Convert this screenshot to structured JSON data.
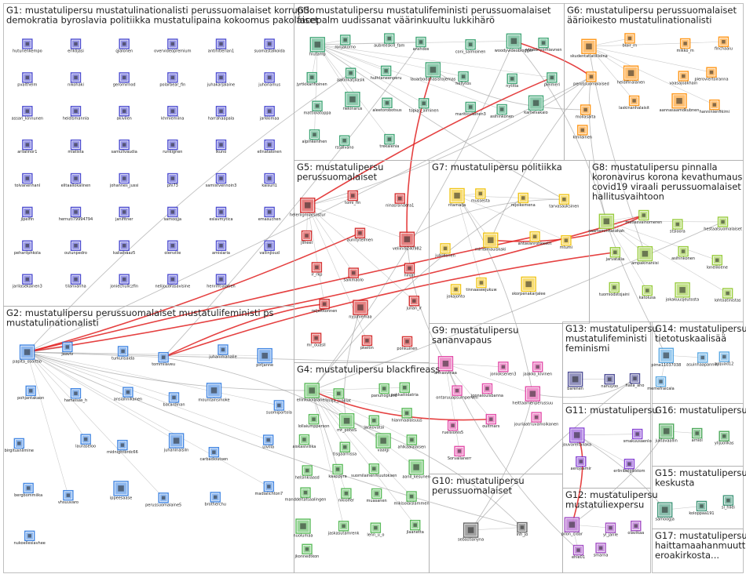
{
  "colors": {
    "edge": "#8c8c8c",
    "edge_red": "#e02020",
    "border": "#b0b0b0",
    "groups": {
      "G1": "#3a3acc",
      "G2": "#2f7be0",
      "G3": "#2f9e6a",
      "G4": "#49b449",
      "G5": "#d11a1a",
      "G6": "#ff8c00",
      "G7": "#f0c000",
      "G8": "#8fc72a",
      "G9": "#e03aa0",
      "G10": "#555555",
      "G11": "#7a2fd0",
      "G12": "#9a3bbf",
      "G13": "#3c3c8c",
      "G14": "#4aa0e0",
      "G15": "#2a8a6a",
      "G16": "#3aa04a",
      "G17": "#888888"
    }
  },
  "groups": [
    {
      "id": "G1",
      "lines": [
        "G1: mustatulipersu mustatulinationalisti perussuomalaiset korruptio",
        "demokratia byroslavia politiikka mustatulipaina kokoomus pakolaiset"
      ]
    },
    {
      "id": "G2",
      "lines": [
        "G2: mustatulipersu perussuomalaiset mustatulifeministi ps",
        "mustatulinationalisti"
      ]
    },
    {
      "id": "G3",
      "lines": [
        "G3: mustatulipersu mustatulifeministi perussuomalaiset",
        "facepalm uudissanat väärinkuultu lukkihärö"
      ]
    },
    {
      "id": "G4",
      "lines": [
        "G4: mustatulipersu blackfireass"
      ]
    },
    {
      "id": "G5",
      "lines": [
        "G5: mustatulipersu",
        "perussuomalaiset"
      ]
    },
    {
      "id": "G6",
      "lines": [
        "G6: mustatulipersu perussuomalaiset",
        "äärioikesto mustatulinationalisti"
      ]
    },
    {
      "id": "G7",
      "lines": [
        "G7: mustatulipersu politiikka"
      ]
    },
    {
      "id": "G8",
      "lines": [
        "G8: mustatulipersu pinnalla",
        "koronavirus korona kevathumaus",
        "covid19 viraali perussuomalaiset",
        "hallitusvaihtoon"
      ]
    },
    {
      "id": "G9",
      "lines": [
        "G9: mustatulipersu",
        "sananvapaus"
      ]
    },
    {
      "id": "G10",
      "lines": [
        "G10: mustatulipersu",
        "perussuomalaiset"
      ]
    },
    {
      "id": "G11",
      "lines": [
        "G11: mustatulipersu"
      ]
    },
    {
      "id": "G12",
      "lines": [
        "G12: mustatulipersu",
        "mustatuliexpersu"
      ]
    },
    {
      "id": "G13",
      "lines": [
        "G13: mustatulipersu",
        "mustatulifeministi",
        "feminismi"
      ]
    },
    {
      "id": "G14",
      "lines": [
        "G14: mustatulipersu",
        "tietotuskaalisää"
      ]
    },
    {
      "id": "G15",
      "lines": [
        "G15: mustatulipersu",
        "keskusta"
      ]
    },
    {
      "id": "G16",
      "lines": [
        "G16: mustatulipersu"
      ]
    },
    {
      "id": "G17",
      "lines": [
        "G17: mustatulipersu",
        "haittamaahanmuutto",
        "eroakirkosta..."
      ]
    }
  ],
  "nodes": {
    "G1": [
      "hutunenkempo",
      "eriklijasi",
      "@alonen",
      "overvideopremium",
      "antihitlerian1",
      "suomastalkoida",
      "pvalthelm",
      "nikohaki",
      "geromirnod",
      "polarbear_fin",
      "juhakarjalaine",
      "juhoriamus",
      "assari_kinnunen",
      "heidlsmannla",
      "akivilen",
      "khmiemiina",
      "harrahaapala",
      "jarkkimaa",
      "arilalinor1",
      "mlatista",
      "samullvaudia",
      "runkignen",
      "lkuno",
      "ellnatalonen",
      "tolvanenhanl",
      "elitaallokalinen",
      "johannes_jussi",
      "phi73",
      "samistvennoin3",
      "kaisuri1",
      "jlpelfin",
      "hernuti79994794",
      "janifitner",
      "samoojja",
      "eslavmytica",
      "emasuchen",
      "peharilphkola",
      "outunpedro",
      "kaliaihaaz5",
      "olenvilie",
      "amisiaria",
      "vallinjioud",
      "jarilasekainen3",
      "tilanvanha",
      "joniechuliczfin",
      "nelijocorasavisine",
      "henrifitialatien"
    ],
    "G2": [
      "papita_osoittio",
      "jaaviv",
      "turkulisaida",
      "tommilaveu",
      "juhanimanalie",
      "pirljanne",
      "pohjantakaon",
      "hameisas_h",
      "ansiahnikanen",
      "bacardinan",
      "mountainsmoke",
      "suomiportola",
      "birgitusnlimine",
      "lauraseloo",
      "midnightbrdc66",
      "juhaninaisiln",
      "carbadioutsen",
      "uivilla",
      "bergbommiika",
      "vhsuuvaro",
      "ippeesaase",
      "perussuomalaine5",
      "brotherchu",
      "madialichton7",
      "nukoellesiavhee"
    ],
    "G3": [
      "hiutamp",
      "ronjakorno",
      "aubreeskill_fam",
      "anshdos",
      "coni_salmoinen",
      "woodyvideoblogger",
      "wtnadriyorhiavnen",
      "jyrtkikarihoinen",
      "aakinkatjilasik",
      "hulhtaneenperu",
      "lauarbodahasistojemas",
      "hellytos",
      "nytitia",
      "pleimeri",
      "mattiolatoppa",
      "riekinarus",
      "aleetorobotsus",
      "topias_alminen",
      "mariticulainen3",
      "asihinkonen",
      "karhevakaio",
      "alpinkenihen",
      "rssalvano",
      "trekalenia"
    ],
    "G4": [
      "ellinkokkalanen",
      "milja_juaillat",
      "panuhoglund",
      "pakkattidatria",
      "lollaiumpperson",
      "mr_pohoS",
      "jankovatai",
      "hianmaalaisuus",
      "aiskasivilika",
      "tisgaarnissa",
      "vaalgi",
      "ahlkaalalaisen",
      "helsinkiaasd",
      "kaappyra",
      "suomilainenmuutoksen",
      "aanil_kesunen",
      "manddeltafsaalingen",
      "nikiolfer",
      "muasanen",
      "mikisolaislammen",
      "nuolumaa",
      "jaskasutamrenk",
      "lenn_u_o",
      "jlaanetta",
      "jkonnedtkon"
    ],
    "G5": [
      "heleriigmiarsustur",
      "tomi_fin",
      "ninasrandera1",
      "jllheel",
      "aunitytelmen",
      "veliini9240982",
      "ir_rkp",
      "saikmaolo",
      "ninjat",
      "reljaitkonnen",
      "nyjuhiemaa",
      "jullan_ir",
      "mr_ouasll",
      "pkeitin",
      "ponkuinen"
    ],
    "G6": [
      "skudentatiatillioina",
      "blair_rn",
      "mikko_m",
      "finchaaiu",
      "perussuomalaised",
      "heidifinalanen",
      "vaasajoakhain",
      "pieroviertoiranna",
      "moilasalta",
      "laskinanhalaisit",
      "aannasaamdkubnen",
      "hanninienfikimi",
      "kmilainen"
    ],
    "G7": [
      "ritamaija",
      "mussesta",
      "rejoikemena",
      "tarvasauksinen",
      "julkikenen",
      "miridimauiskaki",
      "antavanrohkeetit",
      "mtumi",
      "jokajohto",
      "tinnaaseejukuw",
      "skorpenakarjalee"
    ],
    "G8": [
      "saartemihhatahah",
      "matiasvainomeren",
      "stsloora",
      "hestaalsuomalaiset",
      "jarvatalia",
      "ampakinaniisi",
      "asihinkonen",
      "lonelikiene",
      "tuomiodstojaini",
      "katolusa",
      "jokakuusjeutosta",
      "lohtoatinistas"
    ],
    "G9": [
      "annasvinaa",
      "jonioksenen3",
      "jaakko_kivinen",
      "ontaruuapsumperwhi",
      "jonnaloulsbanna",
      "heittaamenperussuu",
      "ruelsionis5",
      "ouitmars",
      "jouriaatriuvamoikanen",
      "Sorvallanerr"
    ],
    "G10": [
      "sebastianyna",
      "inh_jo"
    ],
    "G11": [
      "jouvareltailaka",
      "smakuusaenlo",
      "aerojsamir",
      "erlinibelgikstom"
    ],
    "G12": [
      "pilon_cidar",
      "yl_janle",
      "olavikaa",
      "ehle01",
      "smarna"
    ],
    "G13": [
      "barenen",
      "nanuyoo",
      "halla_aho"
    ],
    "G14": [
      "pime11037038",
      "asuinhaapannilu",
      "arquad12",
      "memefraicala"
    ],
    "G15": [
      "samoogja",
      "koloppaa191",
      "sl_hliei"
    ],
    "G16": [
      "juklavaallin",
      "arniol",
      "ylijuolikas"
    ],
    "G17": []
  }
}
